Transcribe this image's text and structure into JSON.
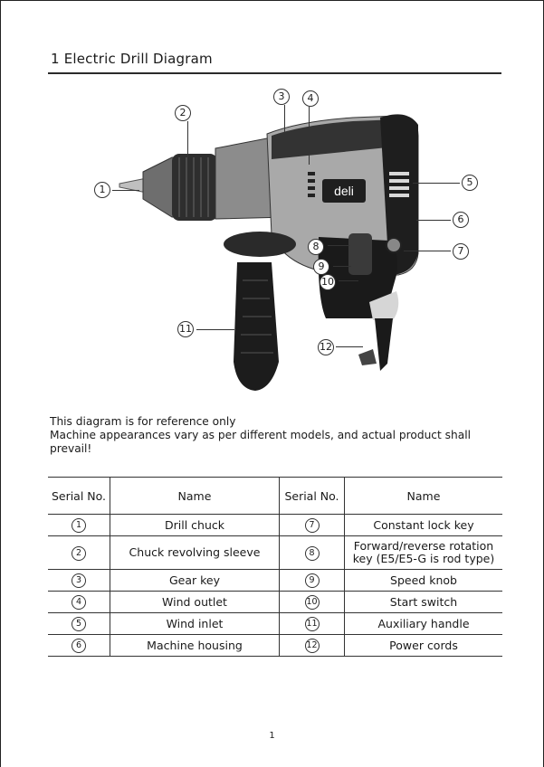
{
  "section": {
    "title": "1  Electric Drill Diagram"
  },
  "figure": {
    "brand_logo": "deli",
    "callouts": [
      "1",
      "2",
      "3",
      "4",
      "5",
      "6",
      "7",
      "8",
      "9",
      "10",
      "11",
      "12"
    ]
  },
  "note": {
    "line1": "This diagram is for reference only",
    "line2": "Machine appearances vary as per different models, and actual product shall prevail!"
  },
  "table": {
    "headers": {
      "serial": "Serial No.",
      "name": "Name"
    },
    "rows": [
      {
        "no_left": "1",
        "name_left": "Drill chuck",
        "no_right": "7",
        "name_right": "Constant lock key"
      },
      {
        "no_left": "2",
        "name_left": "Chuck revolving sleeve",
        "no_right": "8",
        "name_right": "Forward/reverse rotation key (E5/E5-G is rod type)"
      },
      {
        "no_left": "3",
        "name_left": "Gear key",
        "no_right": "9",
        "name_right": "Speed knob"
      },
      {
        "no_left": "4",
        "name_left": "Wind outlet",
        "no_right": "10",
        "name_right": "Start switch"
      },
      {
        "no_left": "5",
        "name_left": "Wind inlet",
        "no_right": "11",
        "name_right": "Auxiliary handle"
      },
      {
        "no_left": "6",
        "name_left": "Machine housing",
        "no_right": "12",
        "name_right": "Power cords"
      }
    ]
  },
  "page": {
    "number": "1"
  }
}
